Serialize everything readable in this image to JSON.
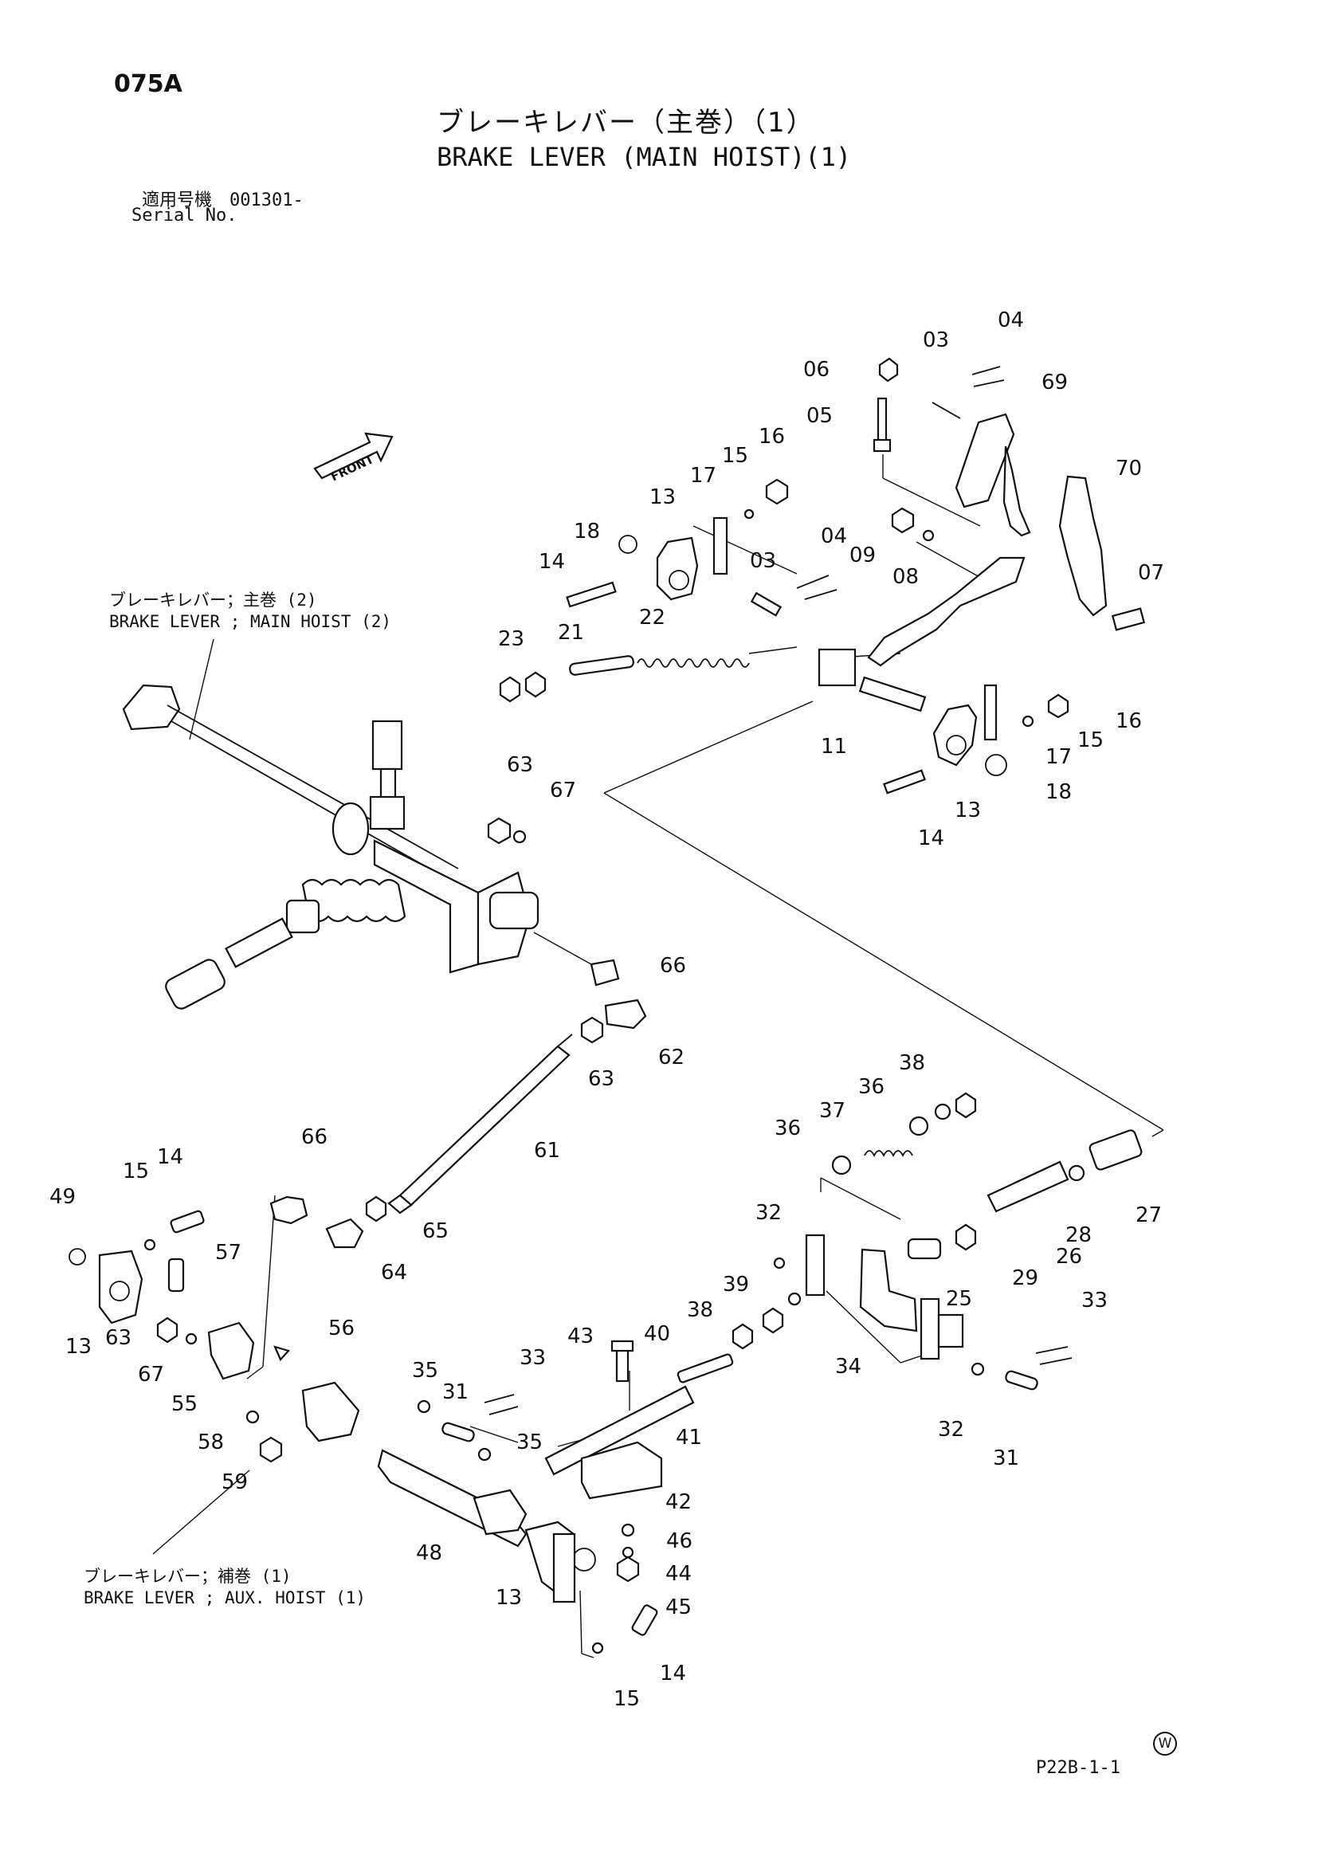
{
  "header": {
    "page_code": "075A",
    "title_jp": "ブレーキレバー（主巻）（1）",
    "title_en": "BRAKE LEVER (MAIN HOIST)(1)",
    "serial_jp": "適用号機　001301-",
    "serial_en": "Serial No."
  },
  "notes": {
    "main_hoist_jp": "ブレーキレバー；主巻 (2)",
    "main_hoist_en": "BRAKE LEVER ; MAIN HOIST (2)",
    "aux_hoist_jp": "ブレーキレバー；補巻 (1)",
    "aux_hoist_en": "BRAKE LEVER ; AUX. HOIST (1)"
  },
  "front_arrow": "FRONT",
  "footer": {
    "page_ref": "P22B-1-1",
    "mark": "W"
  },
  "callouts": [
    "06",
    "04",
    "03",
    "69",
    "05",
    "16",
    "15",
    "70",
    "17",
    "13",
    "18",
    "04",
    "09",
    "14",
    "03",
    "08",
    "07",
    "21",
    "22",
    "23",
    "16",
    "11",
    "15",
    "17",
    "18",
    "13",
    "14",
    "63",
    "67",
    "66",
    "62",
    "63",
    "61",
    "38",
    "36",
    "37",
    "36",
    "66",
    "14",
    "15",
    "65",
    "27",
    "49",
    "57",
    "64",
    "28",
    "26",
    "32",
    "29",
    "25",
    "56",
    "39",
    "38",
    "33",
    "43",
    "40",
    "33",
    "13",
    "63",
    "67",
    "35",
    "55",
    "31",
    "34",
    "32",
    "58",
    "35",
    "41",
    "59",
    "31",
    "42",
    "46",
    "48",
    "44",
    "13",
    "45",
    "14",
    "15"
  ]
}
